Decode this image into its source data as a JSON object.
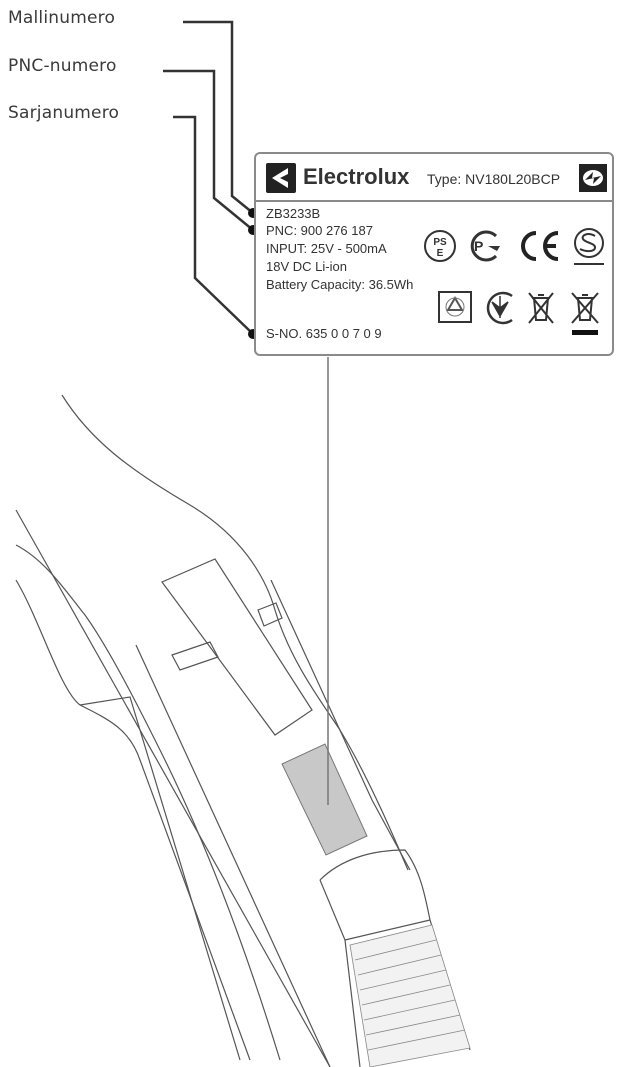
{
  "callouts": {
    "model": "Mallinumero",
    "pnc": "PNC-numero",
    "serial": "Sarjanumero"
  },
  "label": {
    "brand": "Electrolux",
    "type": "Type: NV180L20BCP",
    "model_no": "ZB3233B",
    "pnc": "PNC: 900 276 187",
    "input": "INPUT: 25V - 500mA",
    "battery_type": "18V DC Li-ion",
    "battery_capacity": "Battery Capacity: 36.5Wh",
    "serial": "S-NO.  635 0 0 7 0 9",
    "symbols_row1": [
      "pse-icon",
      "pct-icon",
      "ce-icon",
      "s-mark-icon"
    ],
    "symbols_row2": [
      "recycle-icon",
      "ukraine-mark-icon",
      "weee-bin-icon",
      "weee-bin-bar-icon"
    ],
    "pse_text": "PS\nE",
    "pct_text": "PC",
    "ce_text": "CE"
  },
  "colors": {
    "line": "#333333",
    "border": "#8a8a8a",
    "label_area": "#c8c8c8"
  }
}
